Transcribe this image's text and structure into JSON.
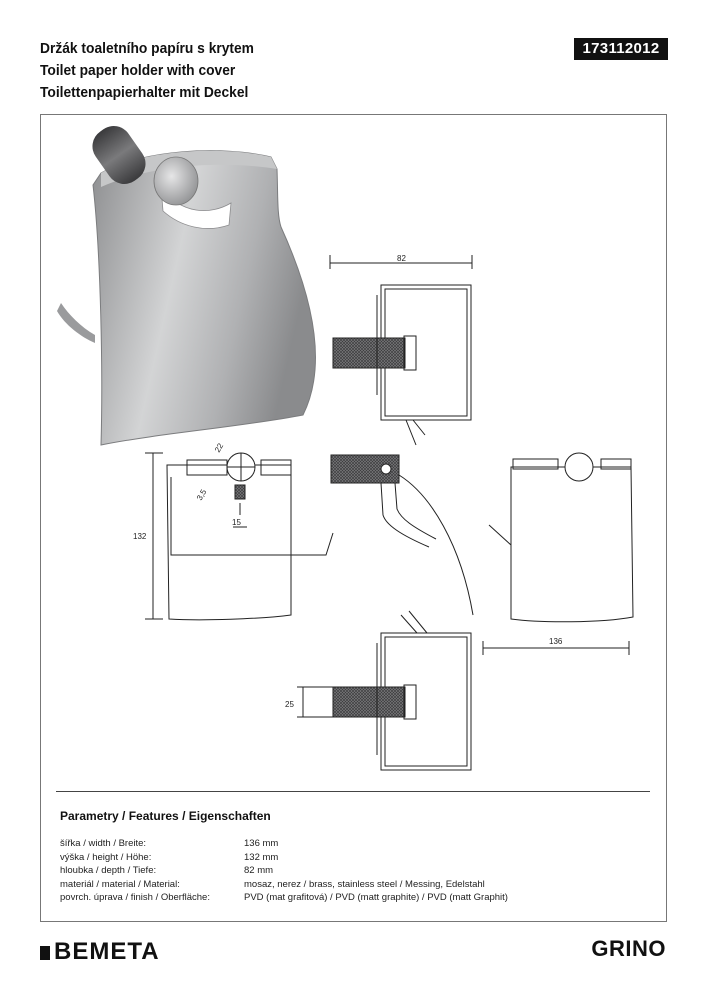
{
  "header": {
    "title_cz": "Držák toaletního papíru s krytem",
    "title_en": "Toilet paper holder with cover",
    "title_de": "Toilettenpapierhalter mit Deckel",
    "product_code": "173112012"
  },
  "drawing": {
    "dim_depth": "82",
    "dim_height": "132",
    "dim_width": "136",
    "dim_22": "22",
    "dim_3_5": "3,5",
    "dim_15": "15",
    "dim_25": "25"
  },
  "params": {
    "heading": "Parametry / Features / Eigenschaften",
    "rows": [
      {
        "label": "šířka / width / Breite:",
        "value": "136 mm"
      },
      {
        "label": "výška / height / Höhe:",
        "value": "132 mm"
      },
      {
        "label": "hloubka / depth / Tiefe:",
        "value": "82 mm"
      },
      {
        "label": "materiál / material / Material:",
        "value": "mosaz, nerez / brass, stainless steel / Messing, Edelstahl"
      },
      {
        "label": "povrch. úprava / finish / Oberfläche:",
        "value": "PVD (mat grafitová) / PVD (matt graphite) / PVD (matt Graphit)"
      }
    ]
  },
  "footer": {
    "brand": "BEMETA",
    "series": "GRINO"
  }
}
